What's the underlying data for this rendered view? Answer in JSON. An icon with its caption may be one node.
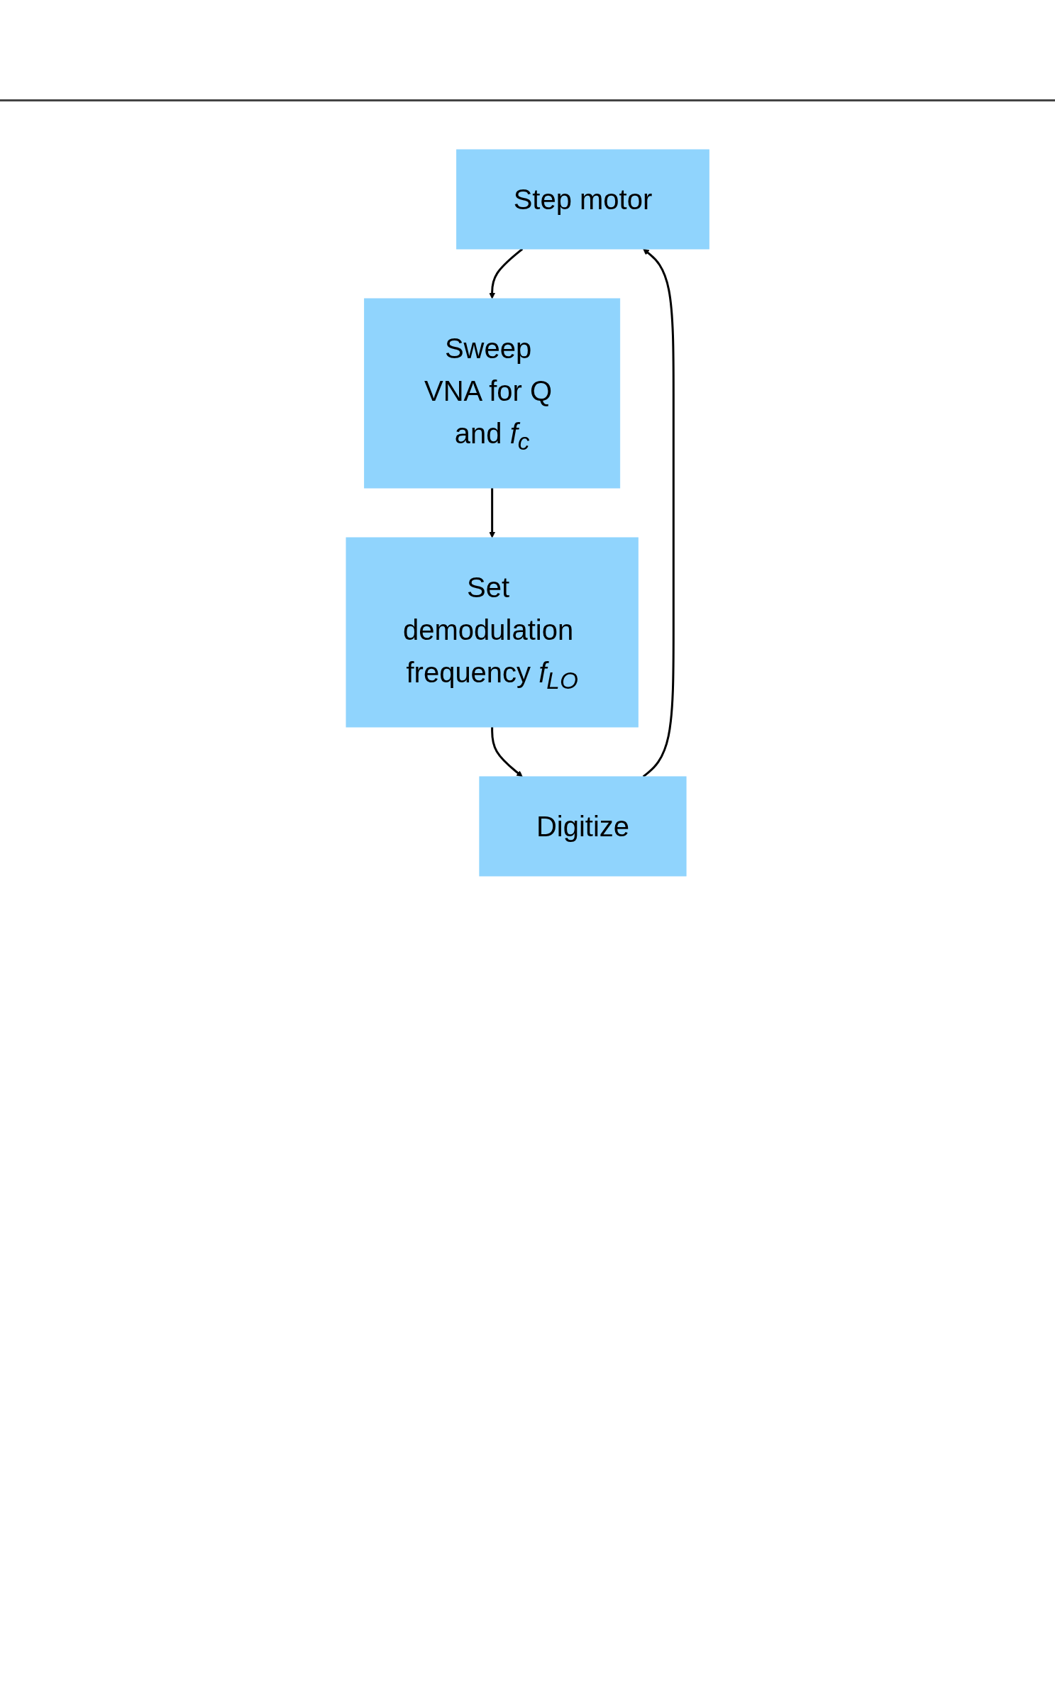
{
  "diagram": {
    "nodes": [
      {
        "text": [
          "Step motor"
        ]
      },
      {
        "text": [
          "Sweep VNA for Q and *f*$_{c}$"
        ]
      },
      {
        "text": [
          "Set demodulation frequency *f*$_{LO}$"
        ]
      },
      {
        "text": [
          "Digitize"
        ]
      }
    ],
    "edges": [
      {
        "from": 0,
        "to": 1,
        "arrow": "to"
      },
      {
        "from": 1,
        "to": 2,
        "arrow": "to"
      },
      {
        "from": 2,
        "to": 3,
        "arrow": "to"
      },
      {
        "from": 3,
        "to": 0,
        "arrow": "to"
      }
    ]
  }
}
